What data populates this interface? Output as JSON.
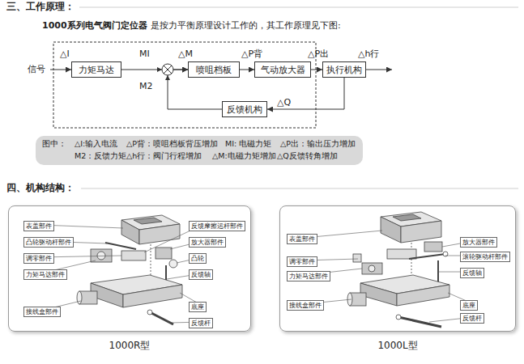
{
  "diagram": {
    "title": "三、工作原理：",
    "nodes": [
      {
        "text": [
          "力矩马达"
        ]
      },
      {
        "text": [
          "喷咀档板"
        ]
      },
      {
        "text": [
          "气动放大器"
        ]
      },
      {
        "text": [
          "执行机构"
        ]
      },
      {
        "text": [
          "反馈机构"
        ]
      },
      {
        "text": [
          "图中：",
          "△I:输入电流",
          "△P背：喷咀档板背压增加",
          "MI: 电磁力矩",
          "△P出：输出压力增加",
          "M2：反馈力矩",
          "△h行：阀门行程增加",
          "△M:电磁力矩增加",
          "△Q反馈转角增加"
        ]
      },
      {
        "text": [
          "1000R型"
        ]
      },
      {
        "text": [
          "表盖部件"
        ],
        "in": 6
      },
      {
        "text": [
          "凸轮驱动杆部件"
        ],
        "in": 6
      },
      {
        "text": [
          "调零部件"
        ],
        "in": 6
      },
      {
        "text": [
          "力矩马达部件"
        ],
        "in": 6
      },
      {
        "text": [
          "接线盒部件"
        ],
        "in": 6
      },
      {
        "text": [
          "反馈摩擦运杆部件"
        ],
        "in": 6
      },
      {
        "text": [
          "放大器部件"
        ],
        "in": 6
      },
      {
        "text": [
          "凸轮"
        ],
        "in": 6
      },
      {
        "text": [
          "反馈轴"
        ],
        "in": 6
      },
      {
        "text": [
          "底座"
        ],
        "in": 6
      },
      {
        "text": [
          "反馈杆"
        ],
        "in": 6
      },
      {
        "text": [
          "1000L型"
        ]
      },
      {
        "text": [
          "表盖部件"
        ],
        "in": 18
      },
      {
        "text": [
          "调零部件"
        ],
        "in": 18
      },
      {
        "text": [
          "力矩马达部件"
        ],
        "in": 18
      },
      {
        "text": [
          "接线盒部件"
        ],
        "in": 18
      },
      {
        "text": [
          "放大器部件"
        ],
        "in": 18
      },
      {
        "text": [
          "滚轮驱动杆部件"
        ],
        "in": 18
      },
      {
        "text": [
          "反馈轴"
        ],
        "in": 18
      },
      {
        "text": [
          "底座"
        ],
        "in": 18
      },
      {
        "text": [
          "反馈杆"
        ],
        "in": 18
      }
    ],
    "edges": [
      {
        "from": 0,
        "to": 1,
        "arrow": "to",
        "label": "MI"
      },
      {
        "from": 4,
        "to": 1,
        "arrow": "to",
        "label": "M2"
      },
      {
        "from": 1,
        "to": 2,
        "arrow": "to",
        "label": "△P背"
      },
      {
        "from": 2,
        "to": 3,
        "arrow": "to",
        "label": "△P出"
      },
      {
        "from": 3,
        "to": 4,
        "arrow": "to",
        "label": "△Q"
      }
    ],
    "labels": [
      "1000系列电气阀门定位器",
      "是按力平衡原理设计工作的，其工作原理见下图:",
      "△I",
      "信号",
      "△M",
      "△h行",
      "四、机构结构："
    ]
  }
}
